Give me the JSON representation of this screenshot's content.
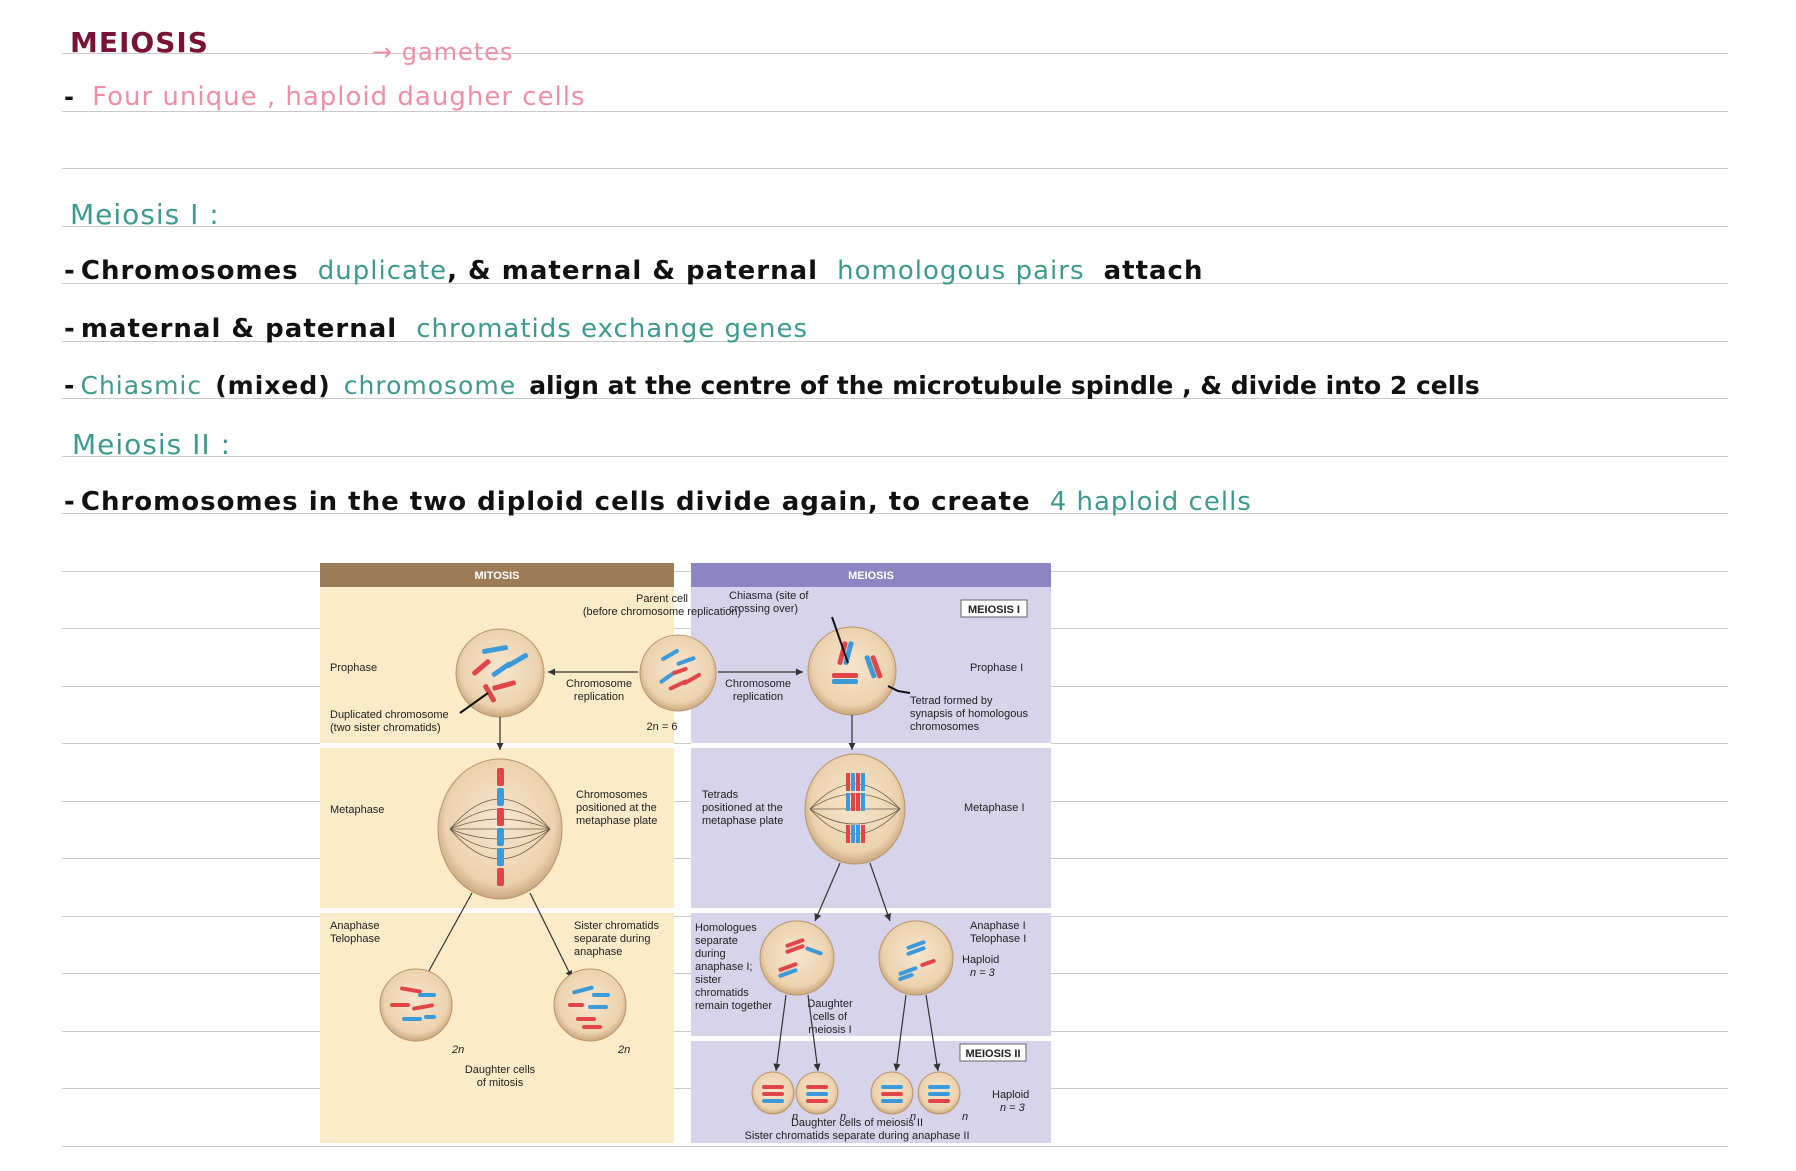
{
  "notes": {
    "title": "MEIOSIS",
    "gametes_note": "→ gametes",
    "line1": {
      "bullet": "-",
      "text": "Four unique , haploid daugher cells"
    },
    "meiosis1_heading": "Meiosis I :",
    "m1_line1": {
      "bullet": "-",
      "a": "Chromosomes",
      "b": "duplicate",
      "c": ", & maternal & paternal",
      "d": "homologous pairs",
      "e": "attach"
    },
    "m1_line2": {
      "bullet": "-",
      "a": "maternal & paternal",
      "b": "chromatids exchange genes"
    },
    "m1_line3": {
      "bullet": "-",
      "a": "Chiasmic",
      "b": "(mixed)",
      "c": "chromosome",
      "d": "align at the centre of the microtubule spindle , & divide into 2 cells"
    },
    "meiosis2_heading": "Meiosis II :",
    "m2_line1": {
      "bullet": "-",
      "a": "Chromosomes in the two diploid cells divide again, to create",
      "b": "4 haploid cells"
    }
  },
  "figure": {
    "mitosis_header": "MITOSIS",
    "meiosis_header": "MEIOSIS",
    "parent_cell_1": "Parent cell",
    "parent_cell_2": "(before chromosome replication)",
    "chiasma_1": "Chiasma (site of",
    "chiasma_2": "crossing over)",
    "meiosis_i_box": "MEIOSIS I",
    "prophase": "Prophase",
    "prophase_i": "Prophase I",
    "chrom_rep_left_1": "Chromosome",
    "chrom_rep_left_2": "replication",
    "chrom_rep_right_1": "Chromosome",
    "chrom_rep_right_2": "replication",
    "parent_2n": "2n = 6",
    "dup_chrom_1": "Duplicated chromosome",
    "dup_chrom_2": "(two sister chromatids)",
    "tetrad_1": "Tetrad formed by",
    "tetrad_2": "synapsis of homologous",
    "tetrad_3": "chromosomes",
    "metaphase": "Metaphase",
    "metaphase_i": "Metaphase I",
    "chrom_pos_1": "Chromosomes",
    "chrom_pos_2": "positioned at the",
    "chrom_pos_3": "metaphase plate",
    "tetrads_pos_1": "Tetrads",
    "tetrads_pos_2": "positioned at the",
    "tetrads_pos_3": "metaphase plate",
    "anaphase": "Anaphase",
    "telophase": "Telophase",
    "sister_sep_1": "Sister chromatids",
    "sister_sep_2": "separate during",
    "sister_sep_3": "anaphase",
    "homologues_1": "Homologues",
    "homologues_2": "separate",
    "homologues_3": "during",
    "homologues_4": "anaphase I;",
    "homologues_5": "sister",
    "homologues_6": "chromatids",
    "homologues_7": "remain together",
    "anaphase_i": "Anaphase I",
    "telophase_i": "Telophase I",
    "haploid_1": "Haploid",
    "haploid_1n": "n = 3",
    "daughter_m1_1": "Daughter",
    "daughter_m1_2": "cells of",
    "daughter_m1_3": "meiosis I",
    "two_n_left": "2n",
    "two_n_right": "2n",
    "daughter_mitosis_1": "Daughter cells",
    "daughter_mitosis_2": "of mitosis",
    "meiosis_ii_box": "MEIOSIS II",
    "haploid_2": "Haploid",
    "haploid_2n": "n = 3",
    "n_label": "n",
    "daughter_m2": "Daughter cells of meiosis II",
    "sister_sep_m2": "Sister chromatids separate during anaphase II"
  },
  "colors": {
    "title": "#7a1238",
    "pink": "#f08fa6",
    "teal": "#3f9a8e",
    "mitosis_bg": "#fbebc8",
    "meiosis_bg": "#d6d3ea",
    "mitosis_header": "#9c7b57",
    "meiosis_header": "#8b86c3",
    "chrom_red": "#e0454a",
    "chrom_blue": "#3d9ad8"
  }
}
